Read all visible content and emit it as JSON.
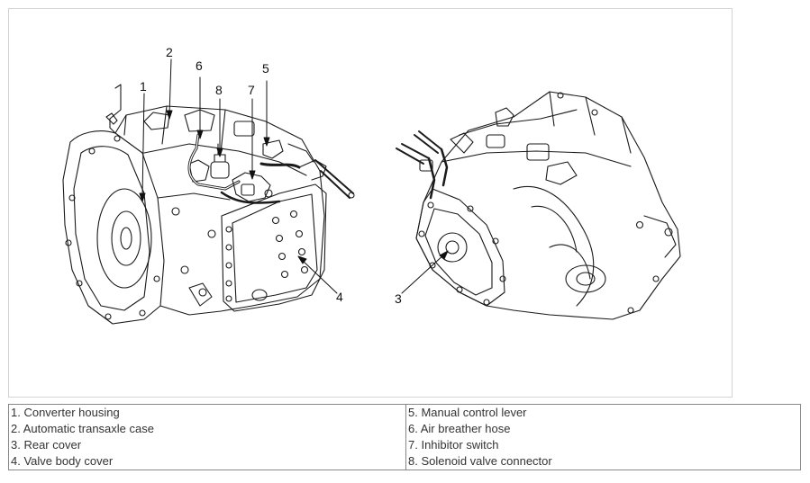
{
  "figure": {
    "callouts": {
      "c1": "1",
      "c2": "2",
      "c3": "3",
      "c4": "4",
      "c5": "5",
      "c6": "6",
      "c7": "7",
      "c8": "8"
    }
  },
  "legend": {
    "items": [
      "1. Converter housing",
      "2. Automatic transaxle case",
      "3. Rear cover",
      "4. Valve body cover",
      "5. Manual control lever",
      "6. Air breather hose",
      "7. Inhibitor switch",
      "8. Solenoid valve connector"
    ]
  },
  "colors": {
    "line": "#1a1a1a",
    "frame_border": "#d4d4d4",
    "table_border": "#888888"
  }
}
